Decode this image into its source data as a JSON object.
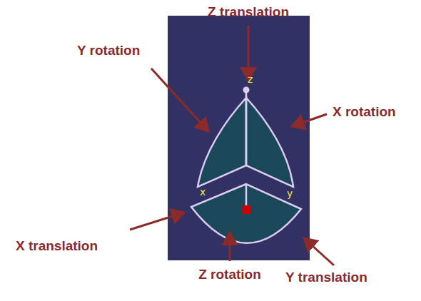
{
  "diagram": {
    "labels": [
      "Z translation",
      "Y rotation",
      "X rotation",
      "X translation",
      "Z rotation",
      "Y translation",
      "z",
      "x",
      "y"
    ]
  }
}
